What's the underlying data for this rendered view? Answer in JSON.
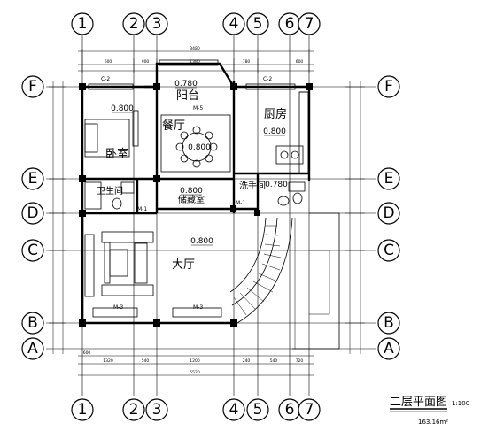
{
  "axes": {
    "numbered": [
      "1",
      "2",
      "3",
      "4",
      "5",
      "6",
      "7"
    ],
    "lettered": [
      "F",
      "E",
      "D",
      "C",
      "B",
      "A"
    ]
  },
  "rooms": {
    "balcony": "阳台",
    "dining": "餐厅",
    "kitchen": "厨房",
    "bedroom": "卧室",
    "bathroom": "卫生间",
    "storage": "储藏室",
    "washroom": "洗手间",
    "hall": "大厅"
  },
  "elevations": {
    "balcony": "0.780",
    "bedroom": "0.800",
    "dining": "0.800",
    "kitchen": "0.800",
    "storage": "0.800",
    "washroom": "0.780",
    "hall": "0.800"
  },
  "tags": {
    "window_c2_left": "C-2",
    "window_c2_right": "C-2",
    "door_m5": "M-5",
    "door_m1_a": "M-1",
    "door_m1_b": "M-1",
    "door_m3_a": "M-3",
    "door_m3_b": "M-3"
  },
  "dimensions": {
    "top_overall": "3480",
    "top_segments": [
      "600",
      "900",
      "1380",
      "780",
      "600"
    ],
    "bottom_segments": [
      "600",
      "1320",
      "540",
      "1200",
      "240",
      "540",
      "720"
    ],
    "bottom_overall": "5520"
  },
  "title": {
    "main": "二层平面图",
    "scale": "1:100",
    "area": "163.16m²"
  }
}
